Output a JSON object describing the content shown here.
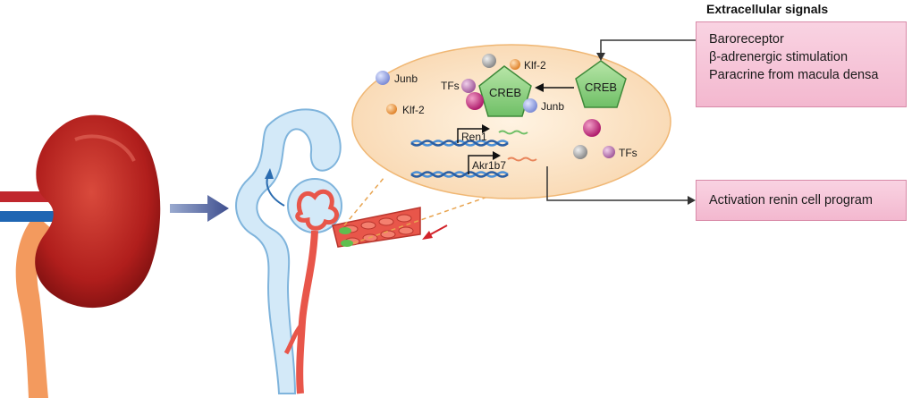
{
  "signals": {
    "title": "Extracellular signals",
    "items": [
      "Baroreceptor",
      "β-adrenergic stimulation",
      "Paracrine from macula densa"
    ]
  },
  "outcome": "Activation renin cell program",
  "cell": {
    "creb_nucleus": "CREB",
    "creb_cytoplasm": "CREB",
    "junb_1": "Junb",
    "junb_2": "Junb",
    "klf2_1": "Klf-2",
    "klf2_2": "Klf-2",
    "tfs_1": "TFs",
    "tfs_2": "TFs",
    "gene_1": "Ren1",
    "gene_2": "Akr1b7"
  },
  "colors": {
    "kidney": "#b5211f",
    "tubule": "#cfe6f7",
    "arteriole": "#e8564a",
    "cell_bg": "#fbe3c6",
    "callout": "#f6c3d6",
    "creb": "#8fd08a"
  }
}
